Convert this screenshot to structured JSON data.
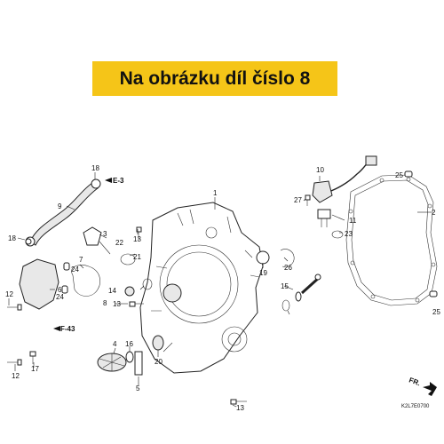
{
  "banner": {
    "text": "Na obrázku díl číslo 8"
  },
  "diagram": {
    "code": "K2L7E0700",
    "direction_label": "FR.",
    "refs": {
      "e3": "E-3",
      "f43": "F-43"
    },
    "part_numbers": {
      "p1": "1",
      "p2": "2",
      "p3": "3",
      "p4": "4",
      "p5": "5",
      "p6": "6",
      "p7": "7",
      "p8": "8",
      "p9": "9",
      "p10": "10",
      "p11": "11",
      "p12a": "12",
      "p12b": "12",
      "p13a": "13",
      "p13b": "13",
      "p13c": "13",
      "p14": "14",
      "p15": "15",
      "p16": "16",
      "p17": "17",
      "p18a": "18",
      "p18b": "18",
      "p19": "19",
      "p20": "20",
      "p21": "21",
      "p22": "22",
      "p23": "23",
      "p24a": "24",
      "p24b": "24",
      "p25a": "25",
      "p25b": "25",
      "p26": "26",
      "p27": "27"
    }
  },
  "colors": {
    "banner_bg": "#f5c518",
    "line": "#222222"
  }
}
